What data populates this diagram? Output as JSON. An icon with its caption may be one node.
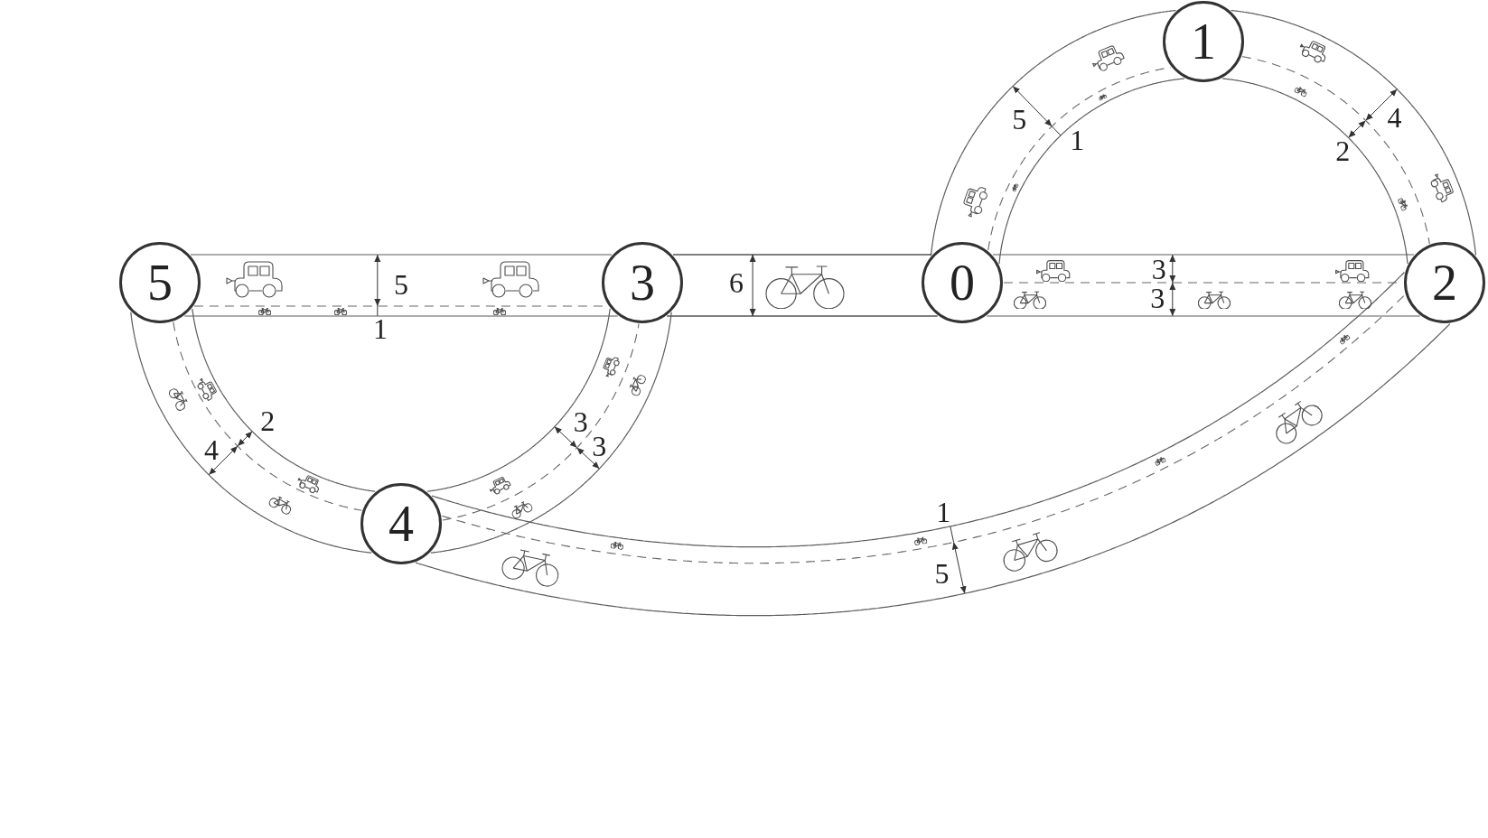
{
  "diagram": {
    "nodes": [
      {
        "text": [
          "1"
        ]
      },
      {
        "text": [
          "5"
        ]
      },
      {
        "text": [
          "3"
        ]
      },
      {
        "text": [
          "0"
        ]
      },
      {
        "text": [
          "2"
        ]
      },
      {
        "text": [
          "4"
        ]
      }
    ],
    "edges": [
      {
        "from": 1,
        "to": 2,
        "arrow": "none",
        "style": "dashed"
      },
      {
        "from": 2,
        "to": 3,
        "arrow": "none",
        "color": "#000000"
      },
      {
        "from": 3,
        "to": 4,
        "arrow": "none",
        "style": "dashed"
      },
      {
        "from": 3,
        "to": 0,
        "arrow": "none",
        "style": "dashed"
      },
      {
        "from": 0,
        "to": 4,
        "arrow": "none",
        "style": "dashed"
      },
      {
        "from": 1,
        "to": 5,
        "arrow": "none",
        "style": "dashed"
      },
      {
        "from": 5,
        "to": 2,
        "arrow": "none",
        "style": "dashed"
      },
      {
        "from": 5,
        "to": 4,
        "arrow": "none",
        "style": "dashed"
      }
    ],
    "labels": [
      "4",
      "5",
      "1",
      "2",
      "3",
      "5",
      "6",
      "3",
      "1",
      "3",
      "2",
      "3",
      "4",
      "1",
      "5"
    ]
  }
}
